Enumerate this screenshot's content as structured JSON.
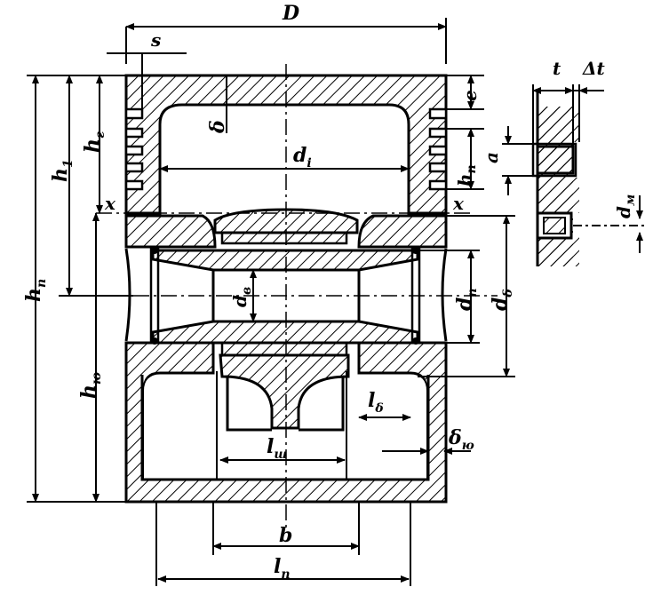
{
  "labels": {
    "D": "D",
    "s": "s",
    "t": "t",
    "dt": "Δt",
    "delta": "δ",
    "di": {
      "base": "d",
      "sub": "i"
    },
    "e": "e",
    "a": "a",
    "hr": {
      "base": "h",
      "sub": "п"
    },
    "hp": {
      "base": "h",
      "sub": "п"
    },
    "h1": {
      "base": "h",
      "sub": "1"
    },
    "hg": {
      "base": "h",
      "sub": "г"
    },
    "x_left": "x",
    "x_right": "x",
    "dm": {
      "base": "d",
      "sub": "м"
    },
    "dv": {
      "base": "d",
      "sub": "в"
    },
    "dn": {
      "base": "d",
      "sub": "п"
    },
    "dd": {
      "base": "d",
      "sub": "δ"
    },
    "hyu": {
      "base": "h",
      "sub": "ю"
    },
    "ldelta": {
      "base": "l",
      "sub": "δ"
    },
    "lsh": {
      "base": "l",
      "sub": "ш"
    },
    "delta_yu": {
      "base": "δ",
      "sub": "ю"
    },
    "b": "b",
    "ln": {
      "base": "l",
      "sub": "п"
    }
  }
}
